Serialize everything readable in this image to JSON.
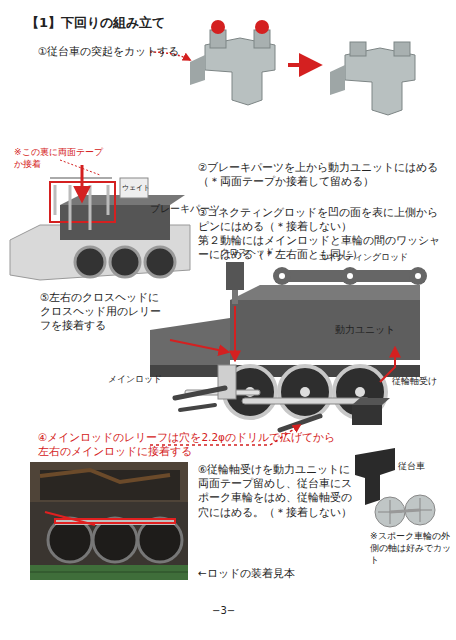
{
  "diagram": {
    "title": "【1】下回りの組み立て",
    "nodes": [
      {
        "text": [
          "ウェイト"
        ]
      }
    ],
    "labels": [
      "①従台車の突起をカットする",
      "※この裏に両面テープか接着",
      "②ブレーキパーツを上から動力ユニットにはめる（＊両面テープか接着して留める）",
      "ブレーキパーツ",
      "③コネクティングロッドを凹の面を表に上側からピンにはめる（＊接着しない）",
      "第２動輪にはメインロッドと車輪の間のワッシャーにはめる（＊左右面とも同じ）",
      "クロスヘッド",
      "コネクティングロッド",
      "⑤左右のクロスヘッドにクロスヘッド用のレリーフを接着する",
      "動力ユニット",
      "従輪軸受け",
      "メインロッド",
      "従台車",
      "④メインロッドのレリーフは穴を2.2φのドリルで広げてから左右のメインロッドに接着する",
      "⑥従輪軸受けを動力ユニットに両面テープ留めし、従台車にスポーク車輪をはめ、従輪軸受の穴にはめる。（＊接着しない）",
      "※スポーク車輪の外側の軸は好みでカット",
      "←ロッドの装着見本",
      "−3−"
    ]
  }
}
